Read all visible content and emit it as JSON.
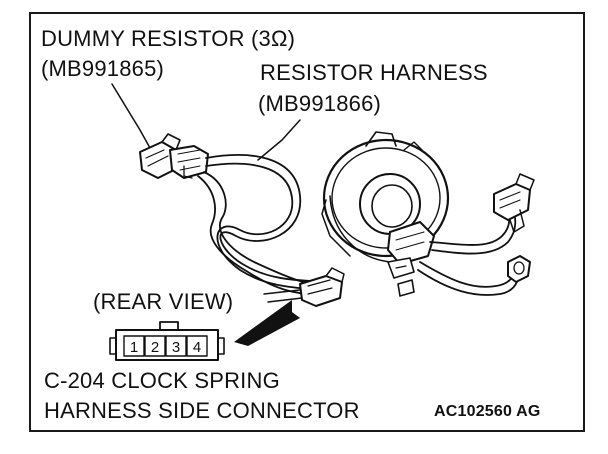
{
  "labels": {
    "dummy_resistor": "DUMMY RESISTOR (3Ω)",
    "dummy_resistor_part": "(MB991865)",
    "resistor_harness": "RESISTOR HARNESS",
    "resistor_harness_part": "(MB991866)",
    "rear_view": "(REAR VIEW)",
    "connector_line1": "C-204 CLOCK SPRING",
    "connector_line2": "HARNESS SIDE CONNECTOR",
    "figure_code": "AC102560 AG"
  },
  "connector_pins": [
    "1",
    "2",
    "3",
    "4"
  ],
  "colors": {
    "ink": "#111111",
    "background": "#ffffff",
    "shade": "#6e6e6e"
  }
}
